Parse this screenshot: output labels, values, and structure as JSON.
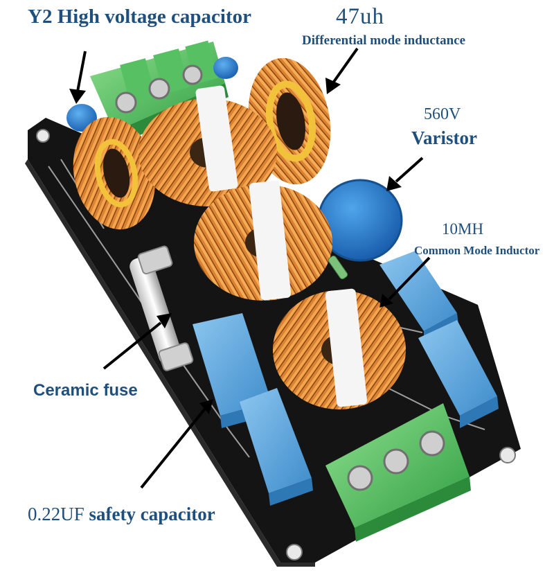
{
  "labels": {
    "y2_prefix": "Y2",
    "y2_text": "High voltage capacitor",
    "inductance_value": "47uh",
    "inductance_text": "Differential mode inductance",
    "varistor_value": "560V",
    "varistor_text": "Varistor",
    "inductor_value": "10MH",
    "inductor_text": "Common Mode Inductor",
    "fuse_text": "Ceramic fuse",
    "capacitor_value": "0.22UF",
    "capacitor_text": "safety capacitor"
  },
  "colors": {
    "label_blue": "#1f4f7d",
    "board_black": "#141414",
    "copper": "#c96a25",
    "terminal_green": "#4cbb5c",
    "capacitor_blue": "#4f9fd8",
    "varistor_blue": "#1f6fc4"
  }
}
